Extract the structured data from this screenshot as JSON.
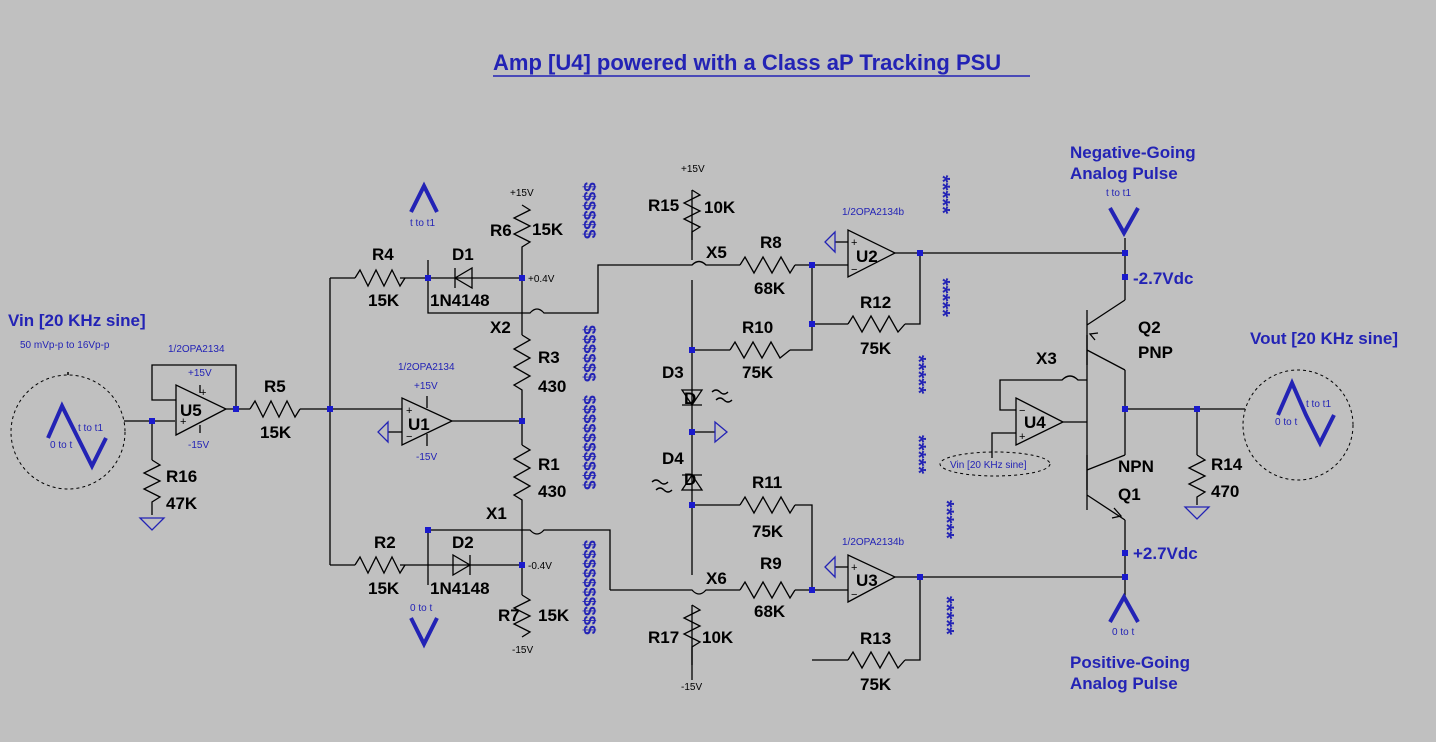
{
  "title": "Amp [U4] powered with a Class aP Tracking PSU",
  "sources": {
    "vin_label": "Vin [20 KHz sine]",
    "vin_range": "50 mVp-p to 16Vp-p",
    "vin_t1": "t to t1",
    "vin_t0": "0 to t",
    "vout_label": "Vout [20 KHz sine]",
    "vout_t1": "t to t1",
    "vout_t0": "0 to t",
    "neg_pulse_1": "Negative-Going",
    "neg_pulse_2": "Analog Pulse",
    "neg_pulse_t": "t to t1",
    "pos_pulse_1": "Positive-Going",
    "pos_pulse_2": "Analog Pulse",
    "pos_pulse_t": "0 to t",
    "left_up_t": "t to t1",
    "left_down_t": "0 to t",
    "u4_input": "Vin [20 KHz sine]"
  },
  "rails": {
    "p15": "+15V",
    "m15": "-15V",
    "p04": "+0.4V",
    "m04": "-0.4V",
    "m27": "-2.7Vdc",
    "p27": "+2.7Vdc"
  },
  "components": {
    "R1": {
      "name": "R1",
      "value": "430"
    },
    "R2": {
      "name": "R2",
      "value": "15K"
    },
    "R3": {
      "name": "R3",
      "value": "430"
    },
    "R4": {
      "name": "R4",
      "value": "15K"
    },
    "R5": {
      "name": "R5",
      "value": "15K"
    },
    "R6": {
      "name": "R6",
      "value": "15K"
    },
    "R7": {
      "name": "R7",
      "value": "15K"
    },
    "R8": {
      "name": "R8",
      "value": "68K"
    },
    "R9": {
      "name": "R9",
      "value": "68K"
    },
    "R10": {
      "name": "R10",
      "value": "75K"
    },
    "R11": {
      "name": "R11",
      "value": "75K"
    },
    "R12": {
      "name": "R12",
      "value": "75K"
    },
    "R13": {
      "name": "R13",
      "value": "75K"
    },
    "R14": {
      "name": "R14",
      "value": "470"
    },
    "R15": {
      "name": "R15",
      "value": "10K"
    },
    "R16": {
      "name": "R16",
      "value": "47K"
    },
    "R17": {
      "name": "R17",
      "value": "10K"
    },
    "D1": {
      "name": "D1",
      "value": "1N4148"
    },
    "D2": {
      "name": "D2",
      "value": "1N4148"
    },
    "D3": {
      "name": "D3",
      "value": "D"
    },
    "D4": {
      "name": "D4",
      "value": "D"
    },
    "U1": {
      "name": "U1",
      "value": "1/2OPA2134"
    },
    "U2": {
      "name": "U2",
      "value": "1/2OPA2134b"
    },
    "U3": {
      "name": "U3",
      "value": "1/2OPA2134b"
    },
    "U4": {
      "name": "U4"
    },
    "U5": {
      "name": "U5",
      "value": "1/2OPA2134"
    },
    "Q1": {
      "name": "Q1",
      "value": "NPN"
    },
    "Q2": {
      "name": "Q2",
      "value": "PNP"
    },
    "X1": {
      "name": "X1"
    },
    "X2": {
      "name": "X2"
    },
    "X3": {
      "name": "X3"
    },
    "X5": {
      "name": "X5"
    },
    "X6": {
      "name": "X6"
    }
  },
  "markers": {
    "dollar_col": "$$$$$$",
    "dollar_col_long": "$$$$$$$$$$",
    "stars": "*****"
  },
  "colors": {
    "background": "#c0c0c0",
    "accent": "#2323b5",
    "wire": "#000000"
  }
}
